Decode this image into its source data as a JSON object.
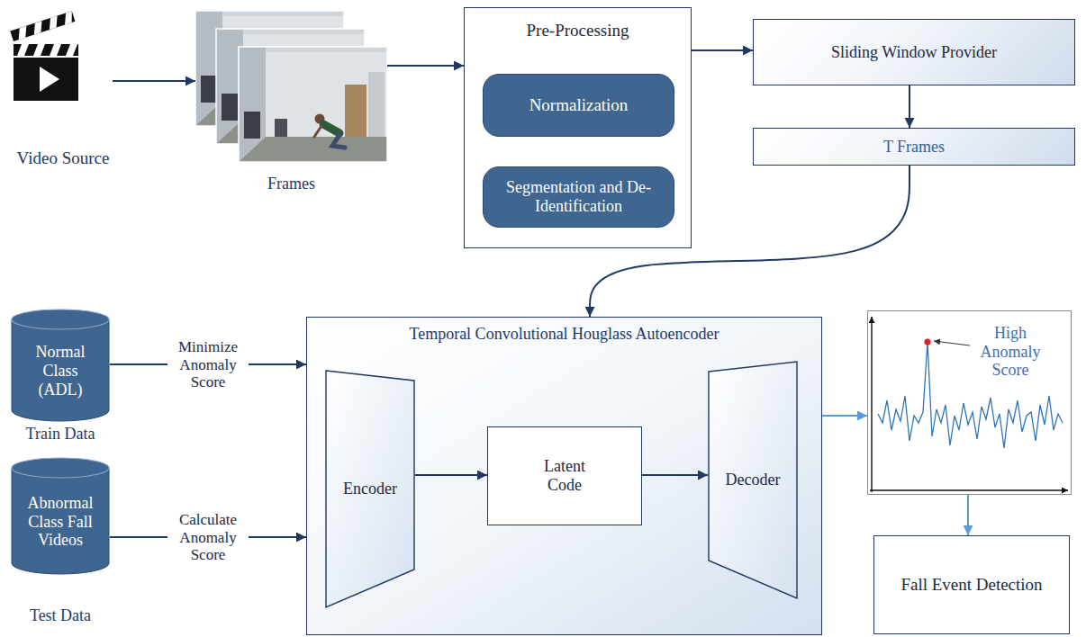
{
  "diagram": {
    "nodes": [
      {
        "text": [
          "Video Source"
        ]
      },
      {
        "text": [
          "Frames"
        ]
      },
      {
        "text": [
          "Pre-Processing"
        ]
      },
      {
        "text": [
          "Normalization"
        ],
        "in": 2
      },
      {
        "text": [
          "Segmentation and De-Identification"
        ],
        "in": 2
      },
      {
        "text": [
          "Sliding Window Provider"
        ]
      },
      {
        "text": [
          "T Frames"
        ]
      },
      {
        "text": [
          "Normal Class (ADL)",
          "Train Data"
        ]
      },
      {
        "text": [
          "Abnormal Class Fall Videos",
          "Test Data"
        ]
      },
      {
        "text": [
          "Temporal Convolutional Houglass Autoencoder"
        ]
      },
      {
        "text": [
          "Encoder"
        ],
        "in": 9
      },
      {
        "text": [
          "Latent Code"
        ],
        "in": 9
      },
      {
        "text": [
          "Decoder"
        ],
        "in": 9
      },
      {
        "text": [
          "High Anomaly Score"
        ]
      },
      {
        "text": [
          "Fall Event Detection"
        ]
      }
    ],
    "edges": [
      {
        "from": 0,
        "to": 1,
        "arrow": "to"
      },
      {
        "from": 1,
        "to": 2,
        "arrow": "to"
      },
      {
        "from": 2,
        "to": 5,
        "arrow": "to"
      },
      {
        "from": 5,
        "to": 6,
        "arrow": "to"
      },
      {
        "from": 6,
        "to": 9,
        "arrow": "to"
      },
      {
        "from": 7,
        "to": 9,
        "label": "Minimize Anomaly Score",
        "arrow": "to"
      },
      {
        "from": 8,
        "to": 9,
        "label": "Calculate Anomaly Score",
        "arrow": "to"
      },
      {
        "from": 10,
        "to": 11,
        "arrow": "to"
      },
      {
        "from": 11,
        "to": 12,
        "arrow": "to"
      },
      {
        "from": 9,
        "to": 13,
        "arrow": "to"
      },
      {
        "from": 13,
        "to": 14,
        "arrow": "to"
      }
    ]
  }
}
